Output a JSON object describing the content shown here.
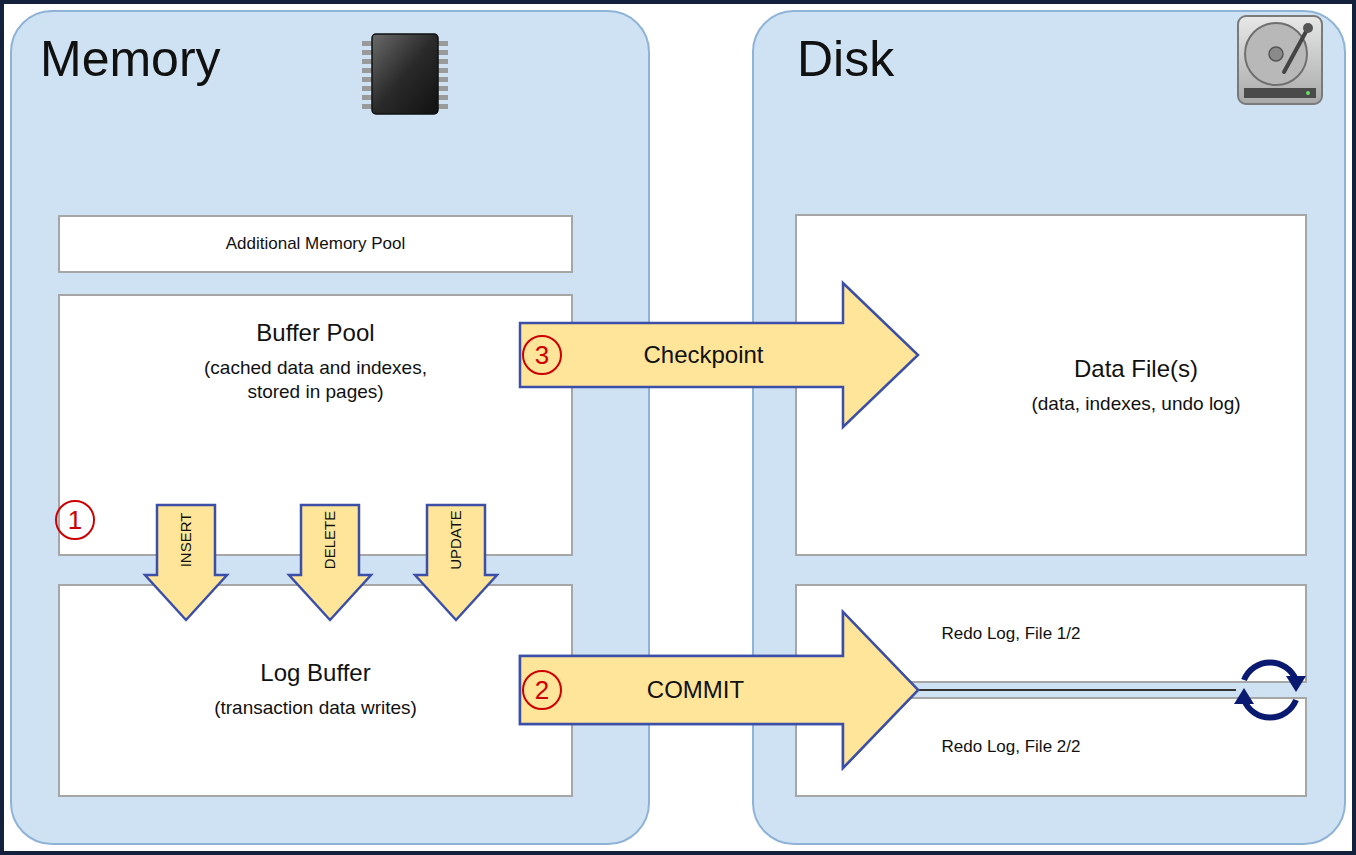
{
  "diagram": {
    "nodes": [
      {
        "text": [
          "Memory"
        ]
      },
      {
        "text": [
          "Additional Memory Pool"
        ],
        "in": 0
      },
      {
        "text": [
          "Buffer Pool",
          "(cached data and indexes, stored in pages)"
        ],
        "in": 0
      },
      {
        "text": [
          "Log Buffer",
          "(transaction data writes)"
        ],
        "in": 0
      },
      {
        "text": [
          "Disk"
        ]
      },
      {
        "text": [
          "Data File(s)",
          "(data, indexes, undo log)"
        ],
        "in": 4
      },
      {
        "text": [
          "Redo Log, File 1/2"
        ],
        "in": 4
      },
      {
        "text": [
          "Redo Log, File 2/2"
        ],
        "in": 4
      }
    ],
    "edges": [
      {
        "from": 2,
        "to": 3,
        "label": "INSERT",
        "arrow": "to"
      },
      {
        "from": 2,
        "to": 3,
        "label": "DELETE",
        "arrow": "to"
      },
      {
        "from": 2,
        "to": 3,
        "label": "UPDATE",
        "arrow": "to"
      },
      {
        "from": 2,
        "to": 5,
        "label": "Checkpoint",
        "arrow": "to"
      },
      {
        "from": 3,
        "to": 6,
        "label": "COMMIT",
        "arrow": "to"
      },
      {
        "from": 3,
        "to": 7,
        "arrow": "to"
      }
    ],
    "labels": [
      "1",
      "2",
      "3"
    ]
  }
}
